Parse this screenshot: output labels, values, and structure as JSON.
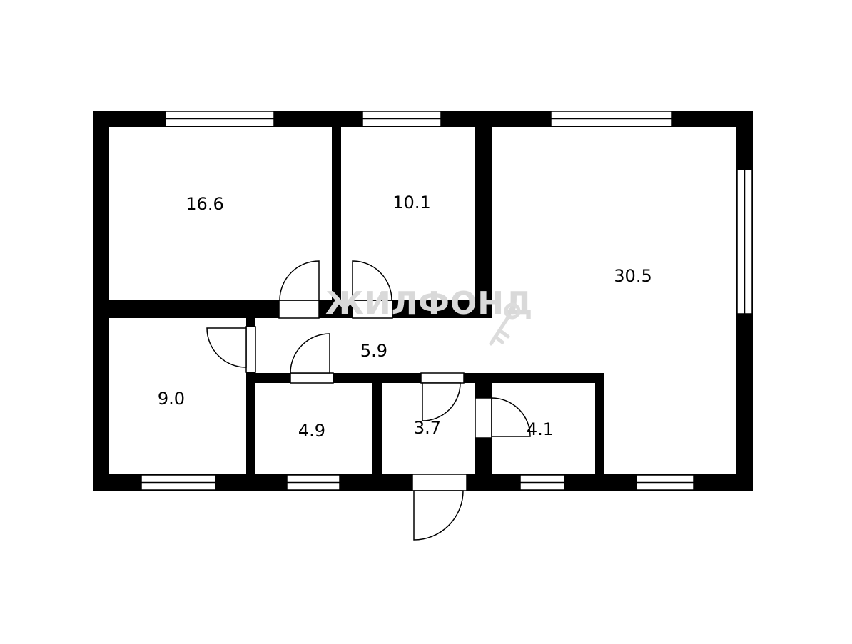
{
  "rooms": [
    {
      "id": "room-16-6",
      "area": "16.6"
    },
    {
      "id": "room-10-1",
      "area": "10.1"
    },
    {
      "id": "room-30-5",
      "area": "30.5"
    },
    {
      "id": "room-5-9",
      "area": "5.9"
    },
    {
      "id": "room-9-0",
      "area": "9.0"
    },
    {
      "id": "room-4-9",
      "area": "4.9"
    },
    {
      "id": "room-3-7",
      "area": "3.7"
    },
    {
      "id": "room-4-1",
      "area": "4.1"
    }
  ],
  "watermark": "ЖИЛФОНД",
  "colors": {
    "wall": "#000000",
    "background": "#ffffff",
    "watermark": "#d9d9d9"
  }
}
